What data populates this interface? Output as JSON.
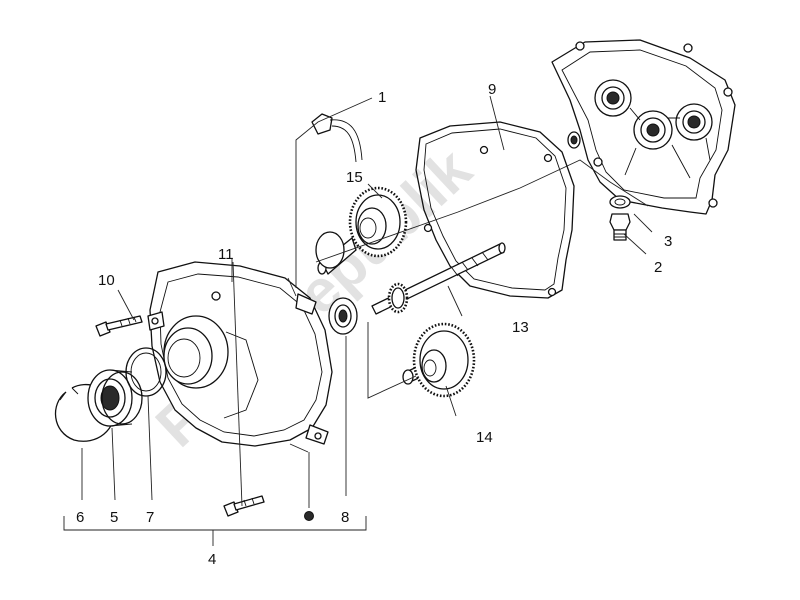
{
  "watermark": "PartsRepublik",
  "callouts": {
    "c1": "1",
    "c2": "2",
    "c3": "3",
    "c4": "4",
    "c5": "5",
    "c6": "6",
    "c7": "7",
    "c8": "8",
    "c9": "9",
    "c10": "10",
    "c11": "11",
    "c13": "13",
    "c14": "14",
    "c15": "15"
  }
}
